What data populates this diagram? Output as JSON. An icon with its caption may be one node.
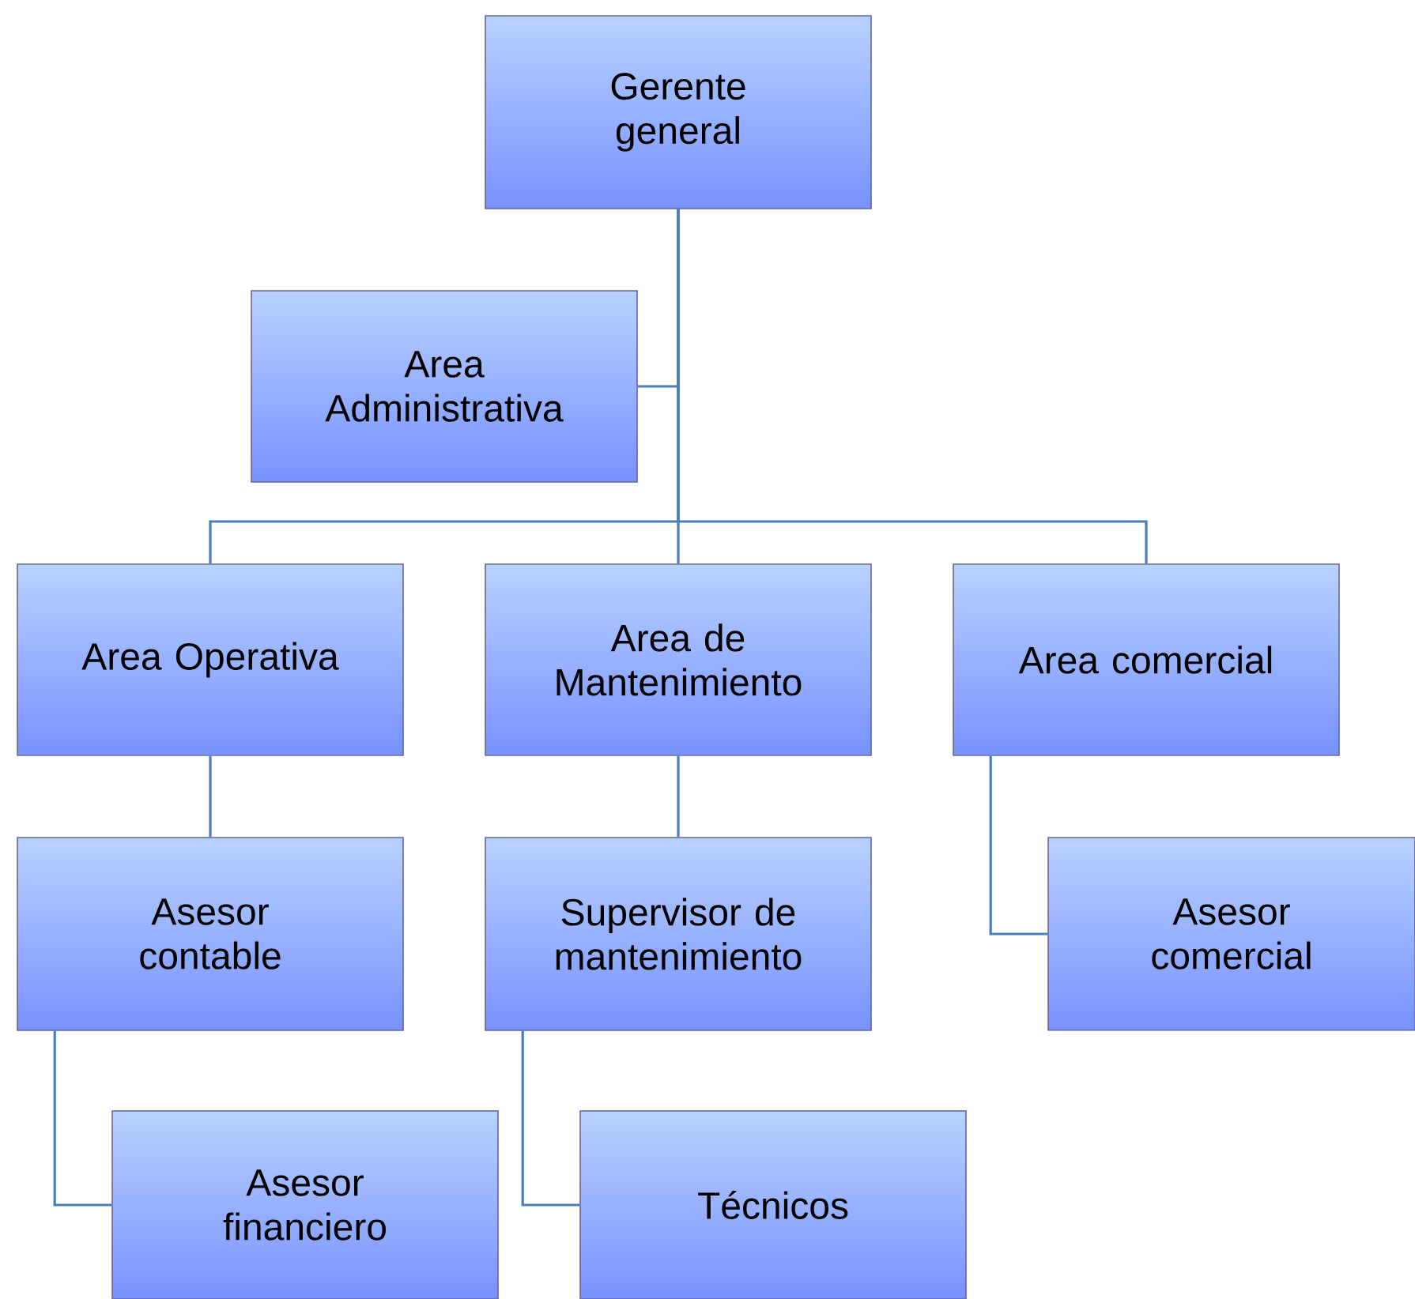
{
  "diagram": {
    "nodes": [
      {
        "text": [
          "Gerente general"
        ]
      },
      {
        "text": [
          "Area Administrativa"
        ]
      },
      {
        "text": [
          "Area Operativa"
        ]
      },
      {
        "text": [
          "Area de Mantenimiento"
        ]
      },
      {
        "text": [
          "Area comercial"
        ]
      },
      {
        "text": [
          "Asesor contable"
        ]
      },
      {
        "text": [
          "Supervisor de mantenimiento"
        ]
      },
      {
        "text": [
          "Asesor comercial"
        ]
      },
      {
        "text": [
          "Asesor financiero"
        ]
      },
      {
        "text": [
          "Técnicos"
        ]
      }
    ],
    "edges": [
      {
        "from": 0,
        "to": 1,
        "arrow": "none"
      },
      {
        "from": 0,
        "to": 2,
        "arrow": "none"
      },
      {
        "from": 0,
        "to": 3,
        "arrow": "none"
      },
      {
        "from": 0,
        "to": 4,
        "arrow": "none"
      },
      {
        "from": 2,
        "to": 5,
        "arrow": "none"
      },
      {
        "from": 3,
        "to": 6,
        "arrow": "none"
      },
      {
        "from": 4,
        "to": 7,
        "arrow": "none"
      },
      {
        "from": 5,
        "to": 8,
        "arrow": "none"
      },
      {
        "from": 6,
        "to": 9,
        "arrow": "none"
      }
    ]
  }
}
